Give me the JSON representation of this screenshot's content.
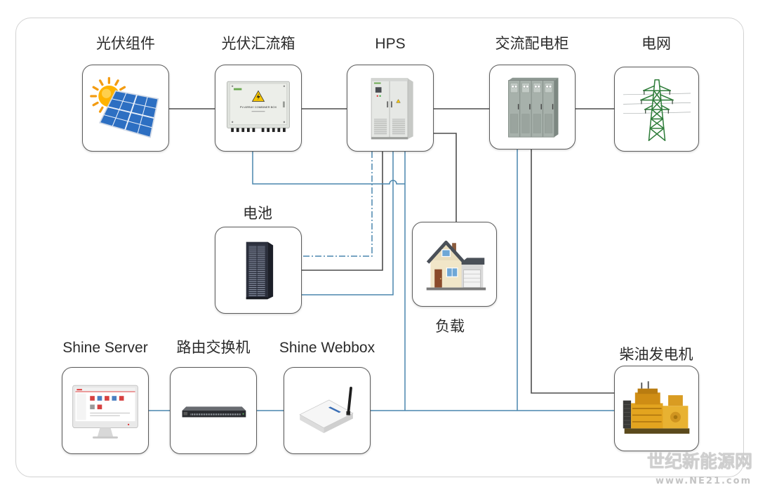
{
  "nodes": {
    "pv_modules": {
      "label": "光伏组件"
    },
    "combiner_box": {
      "label": "光伏汇流箱",
      "plate_text": "PV ARRAY COMBINER BOX"
    },
    "hps": {
      "label": "HPS"
    },
    "ac_cabinet": {
      "label": "交流配电柜"
    },
    "grid": {
      "label": "电网"
    },
    "battery": {
      "label": "电池"
    },
    "load": {
      "label": "负载"
    },
    "shine_server": {
      "label": "Shine Server"
    },
    "router": {
      "label": "路由交换机"
    },
    "webbox": {
      "label": "Shine Webbox"
    },
    "diesel_generator": {
      "label": "柴油发电机"
    }
  },
  "watermark": {
    "name": "世纪新能源网",
    "url": "www.NE21.com"
  },
  "colors": {
    "power_line": "#4d4d4d",
    "comm_line": "#4a86ad",
    "box_border": "#5b5b5b",
    "frame_border": "#d2d2d2"
  }
}
